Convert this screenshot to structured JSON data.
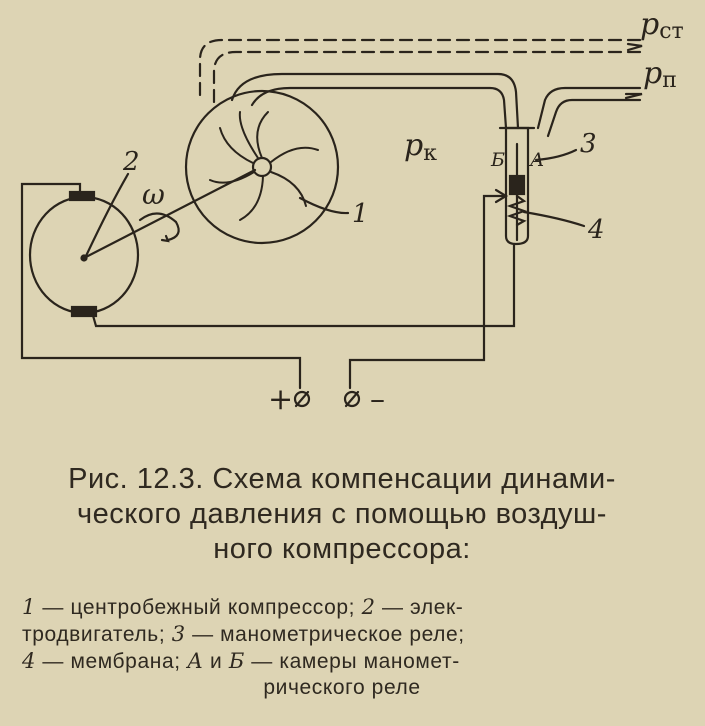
{
  "diagram": {
    "labels": {
      "p_st_sym": "p",
      "p_st_sub": "ст",
      "p_p_sym": "p",
      "p_p_sub": "п",
      "p_k_sym": "p",
      "p_k_sub": "к",
      "omega": "ω",
      "n1": "1",
      "n2": "2",
      "n3": "3",
      "n4": "4",
      "chamber_b": "Б",
      "chamber_a": "А",
      "terminal_plus": "+",
      "terminal_minus": "–"
    }
  },
  "caption": {
    "line1": "Рис. 12.3. Схема компенсации динами-",
    "line2": "ческого давления с помощью воздуш-",
    "line3": "ного компрессора:"
  },
  "legend": {
    "item1_num": "1",
    "item1_text": " — центробежный компрессор; ",
    "item2_num": "2",
    "item2_text": " — элек-",
    "line2_text": "тродвигатель; ",
    "item3_num": "3",
    "item3_text": " — манометрическое реле;",
    "item4_num": "4",
    "item4_text": " — мембрана; ",
    "item_a": "А",
    "and_text": " и ",
    "item_b": "Б",
    "chambers_text": " — камеры маномет-",
    "line4_text": "рического реле"
  }
}
